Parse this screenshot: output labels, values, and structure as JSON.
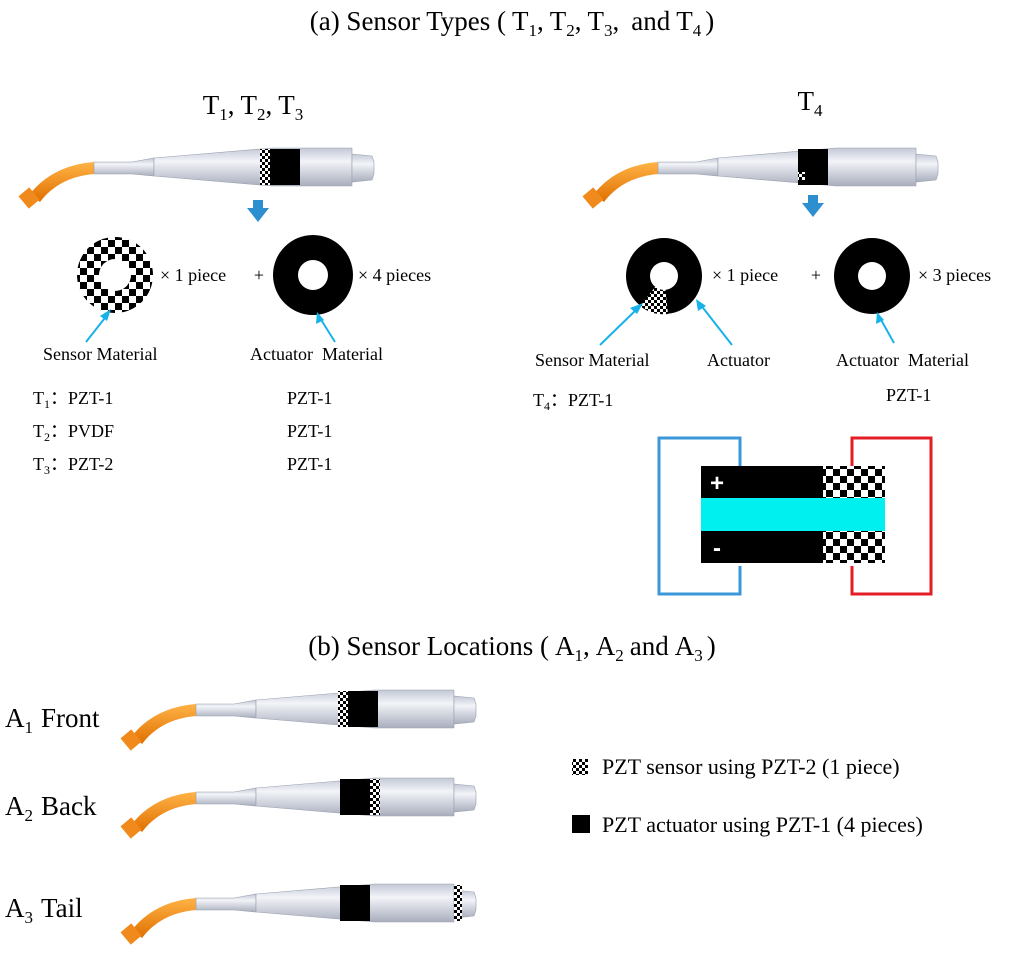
{
  "section_a": {
    "title_prefix": "(a) Sensor Types (",
    "types": [
      "T",
      "1",
      ",",
      "T",
      "2",
      ",",
      "T",
      "3",
      ",",
      "and",
      "T",
      "4",
      ")"
    ],
    "left": {
      "heading": [
        "T",
        "1",
        ",",
        "T",
        "2",
        ",",
        "T",
        "3"
      ],
      "sensor_qty": "× 1 piece",
      "actuator_qty": "× 4 pieces",
      "plus": "+",
      "sensor_label": "Sensor Material",
      "actuator_label": "Actuator  Material",
      "rows": [
        {
          "t": "T",
          "sub": "1",
          "sensor": "：PZT-1",
          "actuator": "PZT-1"
        },
        {
          "t": "T",
          "sub": "2",
          "sensor": "：PVDF",
          "actuator": "PZT-1"
        },
        {
          "t": "T",
          "sub": "3",
          "sensor": "：PZT-2",
          "actuator": "PZT-1"
        }
      ]
    },
    "right": {
      "heading": [
        "T",
        "4"
      ],
      "sensor_qty": "× 1 piece",
      "actuator_qty": "× 3 pieces",
      "plus": "+",
      "sensor_label": "Sensor Material",
      "actuator_small_label": "Actuator",
      "actuator_label": "Actuator  Material",
      "row": {
        "t": "T",
        "sub": "4",
        "sensor": "：PZT-1",
        "actuator": "PZT-1"
      },
      "plus_sign": "+",
      "minus_sign": "-"
    }
  },
  "section_b": {
    "title_prefix": "(b) Sensor Locations (",
    "locations_text": [
      "A",
      "1",
      ",",
      "A",
      "2",
      "and",
      "A",
      "3",
      ")"
    ],
    "locations": [
      {
        "letter": "A",
        "sub": "1",
        "label": "Front"
      },
      {
        "letter": "A",
        "sub": "2",
        "label": "Back"
      },
      {
        "letter": "A",
        "sub": "3",
        "label": "Tail"
      }
    ],
    "legend": [
      {
        "icon": "checker-icon",
        "text": "PZT sensor using PZT-2 (1 piece)"
      },
      {
        "icon": "black-square-icon",
        "text": "PZT actuator using PZT-1 (4 pieces)"
      }
    ]
  },
  "colors": {
    "arrow_blue": "#2e8fd0",
    "pointer_cyan": "#19b2e8",
    "tip_orange": "#f08a1c",
    "body_grey": "#d9dde6",
    "wire_blue": "#3a97d8",
    "wire_red": "#e31e24",
    "core_cyan": "#00f0f0"
  }
}
